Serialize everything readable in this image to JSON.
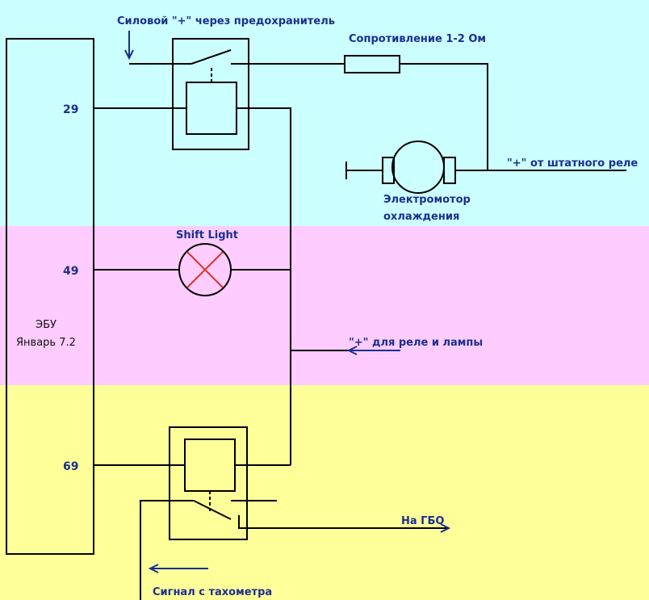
{
  "colors": {
    "band_top": "#ccffff",
    "band_middle": "#ffccff",
    "band_bottom": "#ffff99",
    "wire": "#000000",
    "arrow": "#1a2f8f",
    "lamp_cross": "#e03020",
    "label": "#1a2f8f"
  },
  "ecu": {
    "name": "ЭБУ",
    "model": "Январь 7.2",
    "pins": [
      "29",
      "49",
      "69"
    ]
  },
  "labels": {
    "power_fuse": "Силовой \"+\" через предохранитель",
    "resistor": "Сопротивление 1-2 Ом",
    "stock_relay": "\"+\" от штатного реле",
    "motor_line1": "Электромотор",
    "motor_line2": "охлаждения",
    "shift_light": "Shift Light",
    "relay_lamp_plus": "\"+\" для реле и лампы",
    "to_gbo": "На ГБО",
    "tacho_signal": "Сигнал с тахометра"
  },
  "icons": [
    "relay-coil-icon",
    "switch-contact-icon",
    "resistor-icon",
    "motor-icon",
    "lamp-icon",
    "ground-icon",
    "arrow-icon"
  ]
}
